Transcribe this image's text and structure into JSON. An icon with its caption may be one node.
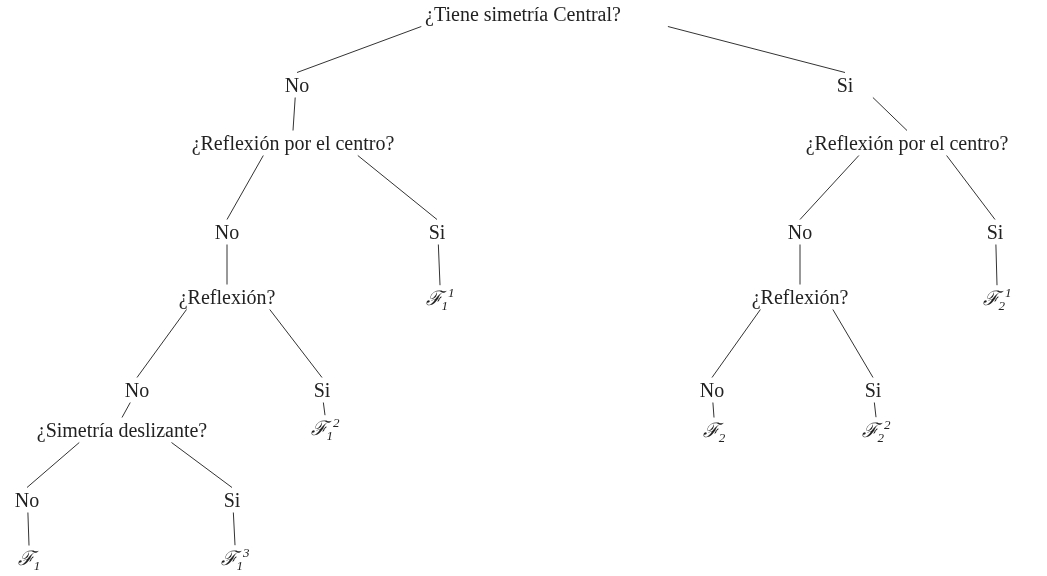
{
  "diagram": {
    "nodes": [
      {
        "text": [
          "¿Tiene simetría Central?"
        ]
      },
      {
        "text": [
          "No"
        ]
      },
      {
        "text": [
          "Si"
        ]
      },
      {
        "text": [
          "¿Reflexión por el centro?"
        ]
      },
      {
        "text": [
          "¿Reflexión por el centro?"
        ]
      },
      {
        "text": [
          "No"
        ]
      },
      {
        "text": [
          "Si"
        ]
      },
      {
        "text": [
          "No"
        ]
      },
      {
        "text": [
          "Si"
        ]
      },
      {
        "text": [
          "¿Reflexión?"
        ]
      },
      {
        "text": [
          "ℱ$_{1}$$^{1}$"
        ]
      },
      {
        "text": [
          "¿Reflexión?"
        ]
      },
      {
        "text": [
          "ℱ$_{2}$$^{1}$"
        ]
      },
      {
        "text": [
          "No"
        ]
      },
      {
        "text": [
          "Si"
        ]
      },
      {
        "text": [
          "No"
        ]
      },
      {
        "text": [
          "Si"
        ]
      },
      {
        "text": [
          "¿Simetría deslizante?"
        ]
      },
      {
        "text": [
          "ℱ$_{1}$$^{2}$"
        ]
      },
      {
        "text": [
          "ℱ$_{2}$"
        ]
      },
      {
        "text": [
          "ℱ$_{2}$$^{2}$"
        ]
      },
      {
        "text": [
          "No"
        ]
      },
      {
        "text": [
          "Si"
        ]
      },
      {
        "text": [
          "ℱ$_{1}$"
        ]
      },
      {
        "text": [
          "ℱ$_{1}$$^{3}$"
        ]
      }
    ],
    "edges": [
      {
        "from": 0,
        "to": 1,
        "arrow": "none"
      },
      {
        "from": 0,
        "to": 2,
        "arrow": "none"
      },
      {
        "from": 1,
        "to": 3,
        "arrow": "none"
      },
      {
        "from": 2,
        "to": 4,
        "arrow": "none"
      },
      {
        "from": 3,
        "to": 5,
        "arrow": "none"
      },
      {
        "from": 3,
        "to": 6,
        "arrow": "none"
      },
      {
        "from": 4,
        "to": 7,
        "arrow": "none"
      },
      {
        "from": 4,
        "to": 8,
        "arrow": "none"
      },
      {
        "from": 5,
        "to": 9,
        "arrow": "none"
      },
      {
        "from": 6,
        "to": 10,
        "arrow": "none"
      },
      {
        "from": 7,
        "to": 11,
        "arrow": "none"
      },
      {
        "from": 8,
        "to": 12,
        "arrow": "none"
      },
      {
        "from": 9,
        "to": 13,
        "arrow": "none"
      },
      {
        "from": 9,
        "to": 14,
        "arrow": "none"
      },
      {
        "from": 11,
        "to": 15,
        "arrow": "none"
      },
      {
        "from": 11,
        "to": 16,
        "arrow": "none"
      },
      {
        "from": 13,
        "to": 17,
        "arrow": "none"
      },
      {
        "from": 14,
        "to": 18,
        "arrow": "none"
      },
      {
        "from": 15,
        "to": 19,
        "arrow": "none"
      },
      {
        "from": 16,
        "to": 20,
        "arrow": "none"
      },
      {
        "from": 17,
        "to": 21,
        "arrow": "none"
      },
      {
        "from": 17,
        "to": 22,
        "arrow": "none"
      },
      {
        "from": 21,
        "to": 23,
        "arrow": "none"
      },
      {
        "from": 22,
        "to": 24,
        "arrow": "none"
      }
    ]
  }
}
